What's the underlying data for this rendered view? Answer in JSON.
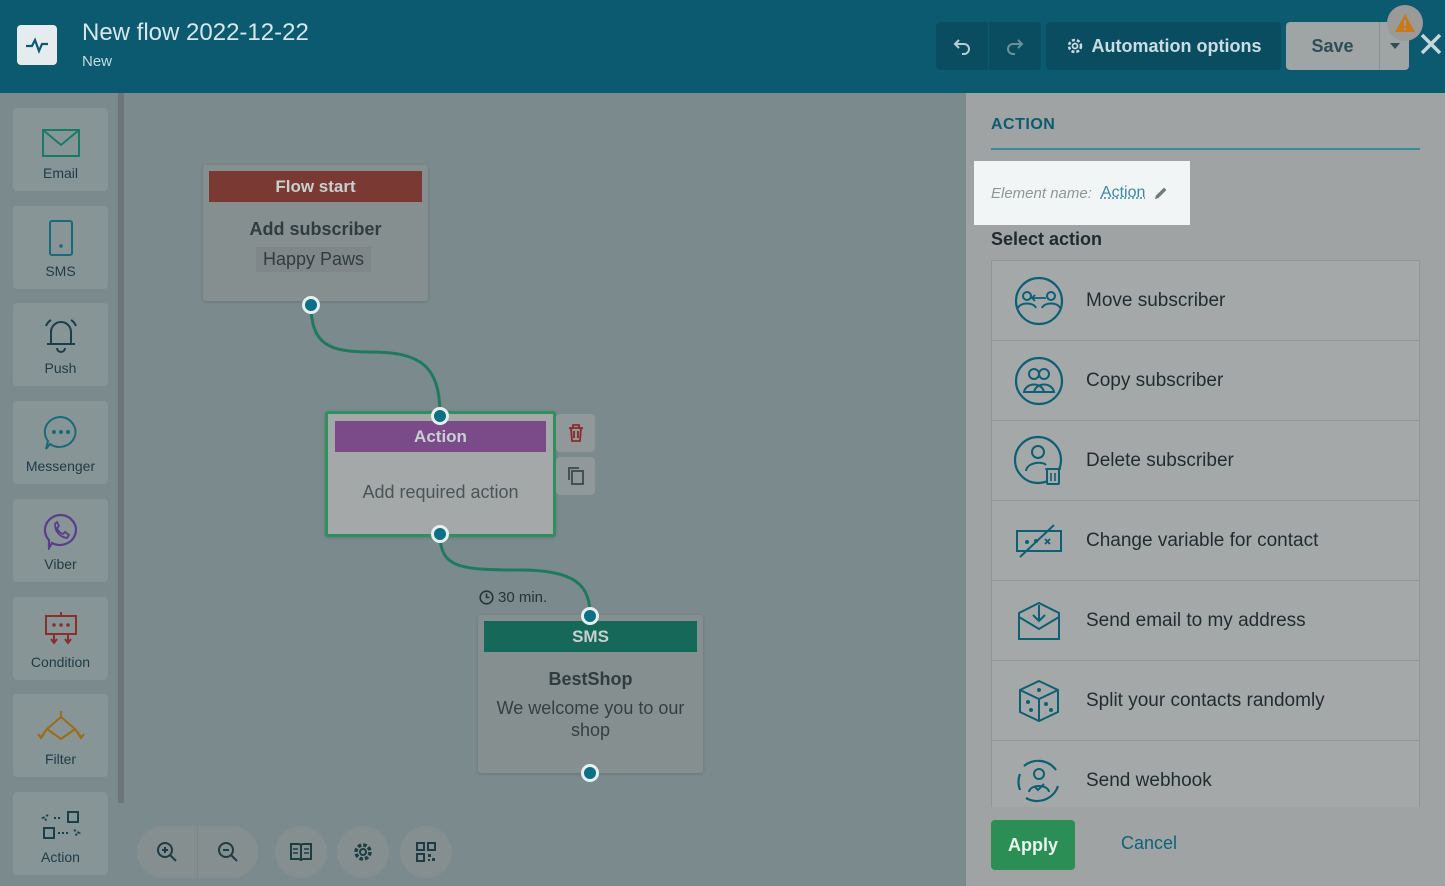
{
  "header": {
    "title": "New flow 2022-12-22",
    "status": "New",
    "automation_options_label": "Automation options",
    "save_label": "Save"
  },
  "toolbar": {
    "items": [
      {
        "label": "Email",
        "icon": "envelope-icon"
      },
      {
        "label": "SMS",
        "icon": "phone-icon"
      },
      {
        "label": "Push",
        "icon": "bell-icon"
      },
      {
        "label": "Messenger",
        "icon": "chat-bubble-icon"
      },
      {
        "label": "Viber",
        "icon": "viber-icon"
      },
      {
        "label": "Condition",
        "icon": "condition-icon"
      },
      {
        "label": "Filter",
        "icon": "filter-icon"
      },
      {
        "label": "Action",
        "icon": "action-icon"
      }
    ]
  },
  "canvas": {
    "flow_start": {
      "header": "Flow start",
      "title": "Add subscriber",
      "tag": "Happy Paws"
    },
    "action_node": {
      "header": "Action",
      "body": "Add required action"
    },
    "delay": "30 min.",
    "sms_node": {
      "header": "SMS",
      "title": "BestShop",
      "body": "We welcome you to our shop"
    }
  },
  "panel": {
    "heading": "ACTION",
    "element_name_label": "Element name:",
    "element_name_value": "Action",
    "select_label": "Select action",
    "actions": [
      {
        "label": "Move subscriber",
        "icon": "move-subscriber-icon"
      },
      {
        "label": "Copy subscriber",
        "icon": "copy-subscriber-icon"
      },
      {
        "label": "Delete subscriber",
        "icon": "delete-subscriber-icon"
      },
      {
        "label": "Change variable for contact",
        "icon": "change-variable-icon"
      },
      {
        "label": "Send email to my address",
        "icon": "send-email-icon"
      },
      {
        "label": "Split your contacts randomly",
        "icon": "dice-icon"
      },
      {
        "label": "Send webhook",
        "icon": "webhook-icon"
      }
    ],
    "apply_label": "Apply",
    "cancel_label": "Cancel"
  },
  "colors": {
    "header_bg": "#0b5a70",
    "accent_teal": "#0b6f86",
    "apply_green": "#2b8e55",
    "flow_start_red": "#7a3a33",
    "action_purple": "#7b4b89",
    "sms_green": "#166858"
  }
}
